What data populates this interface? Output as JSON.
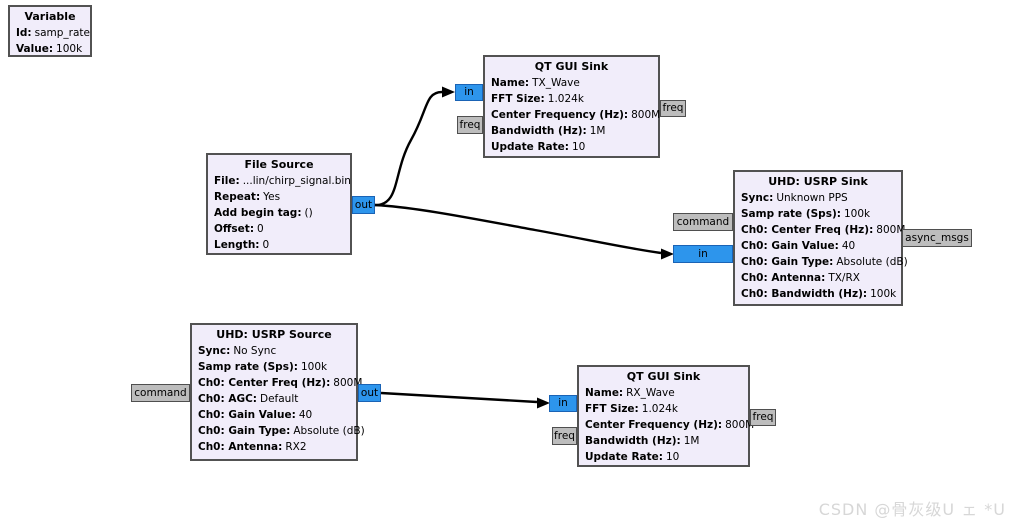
{
  "app": {
    "name": "GNU Radio Companion flowgraph canvas"
  },
  "colors": {
    "canvas_background": "#ffffff",
    "block_fill": "#f1edfa",
    "block_border": "#525252",
    "stream_port_fill": "#2d95ec",
    "stream_port_border": "#1a63b5",
    "message_port_fill": "#bdbdbd",
    "message_port_border": "#4f4f4f",
    "wire": "#000000",
    "watermark_text": "#d7d7d7"
  },
  "watermark": {
    "text": "CSDN @骨灰级U ェ *U"
  },
  "blocks": {
    "variable": {
      "title": "Variable",
      "params": [
        {
          "label": "Id:",
          "value": "samp_rate"
        },
        {
          "label": "Value:",
          "value": "100k"
        }
      ]
    },
    "file_source": {
      "title": "File Source",
      "params": [
        {
          "label": "File:",
          "value": "...lin/chirp_signal.bin"
        },
        {
          "label": "Repeat:",
          "value": "Yes"
        },
        {
          "label": "Add begin tag:",
          "value": "()"
        },
        {
          "label": "Offset:",
          "value": "0"
        },
        {
          "label": "Length:",
          "value": "0"
        }
      ]
    },
    "qt_gui_sink_tx": {
      "title": "QT GUI Sink",
      "params": [
        {
          "label": "Name:",
          "value": "TX_Wave"
        },
        {
          "label": "FFT Size:",
          "value": "1.024k"
        },
        {
          "label": "Center Frequency (Hz):",
          "value": "800M"
        },
        {
          "label": "Bandwidth (Hz):",
          "value": "1M"
        },
        {
          "label": "Update Rate:",
          "value": "10"
        }
      ]
    },
    "uhd_usrp_sink": {
      "title": "UHD: USRP Sink",
      "params": [
        {
          "label": "Sync:",
          "value": "Unknown PPS"
        },
        {
          "label": "Samp rate (Sps):",
          "value": "100k"
        },
        {
          "label": "Ch0: Center Freq (Hz):",
          "value": "800M"
        },
        {
          "label": "Ch0: Gain Value:",
          "value": "40"
        },
        {
          "label": "Ch0: Gain Type:",
          "value": "Absolute (dB)"
        },
        {
          "label": "Ch0: Antenna:",
          "value": "TX/RX"
        },
        {
          "label": "Ch0: Bandwidth (Hz):",
          "value": "100k"
        }
      ]
    },
    "uhd_usrp_source": {
      "title": "UHD: USRP Source",
      "params": [
        {
          "label": "Sync:",
          "value": "No Sync"
        },
        {
          "label": "Samp rate (Sps):",
          "value": "100k"
        },
        {
          "label": "Ch0: Center Freq (Hz):",
          "value": "800M"
        },
        {
          "label": "Ch0: AGC:",
          "value": "Default"
        },
        {
          "label": "Ch0: Gain Value:",
          "value": "40"
        },
        {
          "label": "Ch0: Gain Type:",
          "value": "Absolute (dB)"
        },
        {
          "label": "Ch0: Antenna:",
          "value": "RX2"
        }
      ]
    },
    "qt_gui_sink_rx": {
      "title": "QT GUI Sink",
      "params": [
        {
          "label": "Name:",
          "value": "RX_Wave"
        },
        {
          "label": "FFT Size:",
          "value": "1.024k"
        },
        {
          "label": "Center Frequency (Hz):",
          "value": "800M"
        },
        {
          "label": "Bandwidth (Hz):",
          "value": "1M"
        },
        {
          "label": "Update Rate:",
          "value": "10"
        }
      ]
    }
  },
  "ports": {
    "file_source_out": {
      "label": "out",
      "type": "stream"
    },
    "qt_sink_tx_in": {
      "label": "in",
      "type": "stream"
    },
    "qt_sink_tx_freq_in": {
      "label": "freq",
      "type": "message"
    },
    "qt_sink_tx_freq_out": {
      "label": "freq",
      "type": "message"
    },
    "usrp_sink_command": {
      "label": "command",
      "type": "message"
    },
    "usrp_sink_in": {
      "label": "in",
      "type": "stream"
    },
    "usrp_sink_async_msgs": {
      "label": "async_msgs",
      "type": "message"
    },
    "usrp_source_command": {
      "label": "command",
      "type": "message"
    },
    "usrp_source_out": {
      "label": "out",
      "type": "stream"
    },
    "qt_sink_rx_in": {
      "label": "in",
      "type": "stream"
    },
    "qt_sink_rx_freq_in": {
      "label": "freq",
      "type": "message"
    },
    "qt_sink_rx_freq_out": {
      "label": "freq",
      "type": "message"
    }
  },
  "connections": [
    {
      "from": "file_source_out",
      "to": "qt_sink_tx_in"
    },
    {
      "from": "file_source_out",
      "to": "usrp_sink_in"
    },
    {
      "from": "usrp_source_out",
      "to": "qt_sink_rx_in"
    }
  ]
}
